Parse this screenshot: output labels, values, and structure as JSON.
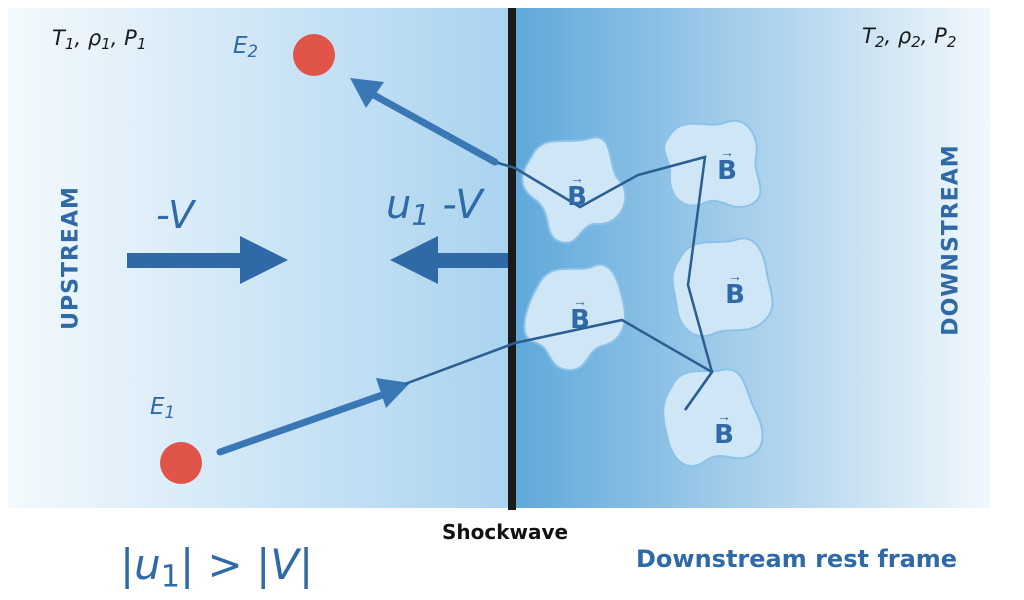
{
  "upstream": {
    "state": {
      "T": "T",
      "T_sub": "1",
      "rho": "ρ",
      "rho_sub": "1",
      "P": "P",
      "P_sub": "1"
    },
    "side_label": "UPSTREAM",
    "velocity": {
      "text": "-V"
    }
  },
  "downstream": {
    "state": {
      "T": "T",
      "T_sub": "2",
      "rho": "ρ",
      "rho_sub": "2",
      "P": "P",
      "P_sub": "2"
    },
    "side_label": "DOWNSTREAM"
  },
  "shock": {
    "label": "Shockwave",
    "flow": {
      "u": "u",
      "u_sub": "1",
      "rest": " -V"
    }
  },
  "particles": [
    {
      "name": "E",
      "sub": "2"
    },
    {
      "name": "E",
      "sub": "1"
    }
  ],
  "field_label": "B",
  "condition": {
    "open": "|u",
    "sub": "1",
    "rest": "| > |V|"
  },
  "frame_label": "Downstream rest frame",
  "colors": {
    "accent": "#2f6aa6",
    "arrow": "#3a78b5",
    "particle": "#e0544a",
    "blob": "#cfe6f7"
  }
}
